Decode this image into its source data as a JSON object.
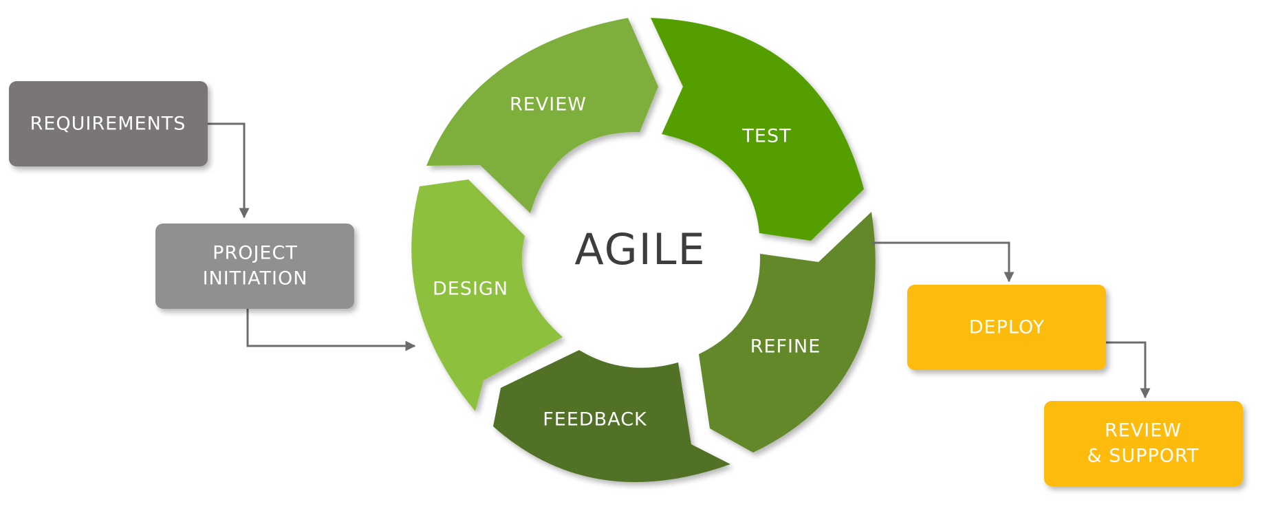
{
  "center_label": "AGILE",
  "cycle_stages": [
    {
      "label": "REVIEW",
      "color": "#7eae3a"
    },
    {
      "label": "TEST",
      "color": "#549e04"
    },
    {
      "label": "REFINE",
      "color": "#62882c"
    },
    {
      "label": "FEEDBACK",
      "color": "#517128"
    },
    {
      "label": "DESIGN",
      "color": "#8dc03e"
    }
  ],
  "boxes": {
    "requirements": {
      "lines": [
        "REQUIREMENTS"
      ],
      "color": "#7a7676"
    },
    "project_initiation": {
      "lines": [
        "PROJECT",
        "INITIATION"
      ],
      "color": "#909090"
    },
    "deploy": {
      "lines": [
        "DEPLOY"
      ],
      "color": "#fdbb0b"
    },
    "review_support": {
      "lines": [
        "REVIEW",
        "& SUPPORT"
      ],
      "color": "#fdbb0b"
    }
  },
  "connector_color": "#6b6b6b"
}
